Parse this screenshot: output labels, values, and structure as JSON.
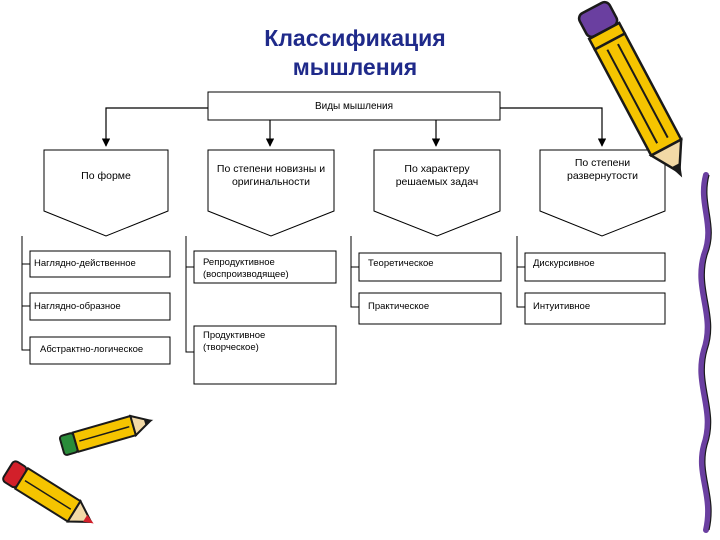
{
  "title": {
    "line1": "Классификация",
    "line2": "мышления"
  },
  "root": {
    "label": "Виды мышления"
  },
  "categories": [
    {
      "label": "По форме",
      "items": [
        "Наглядно-действенное",
        "Наглядно-образное",
        "Абстрактно-логическое"
      ]
    },
    {
      "label": "По степени новизны и оригинальности",
      "items": [
        "Репродуктивное (воспроизводящее)",
        "Продуктивное (творческое)"
      ]
    },
    {
      "label": "По характеру решаемых задач",
      "items": [
        "Теоретическое",
        "Практическое"
      ]
    },
    {
      "label": "По степени развернутости",
      "items": [
        "Дискурсивное",
        "Интуитивное"
      ]
    }
  ],
  "colors": {
    "title": "#1f2a8a",
    "line": "#000000",
    "pencil_body": "#f5c400",
    "pencil_outline": "#1a1a1a",
    "pencil_accent": "#6a3fa0",
    "pencil_tip": "#d2202a",
    "pencil_wood": "#f2d9a6",
    "pencil_cap": "#2a8c3a"
  },
  "decorations": [
    "pencil-icon-large",
    "pencils-icon-pair"
  ]
}
